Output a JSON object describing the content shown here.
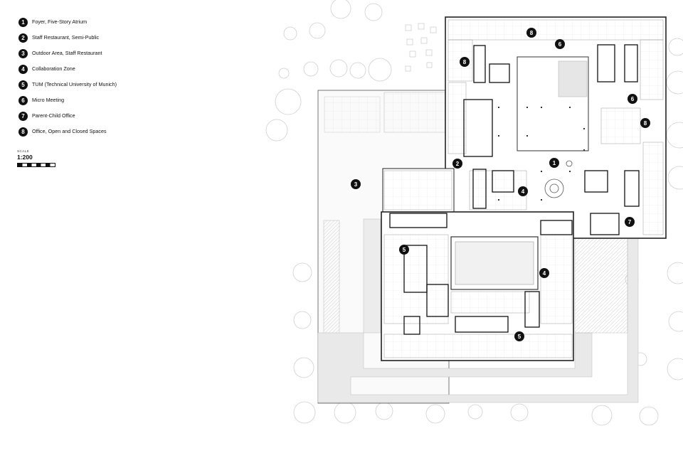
{
  "legend": [
    {
      "num": "1",
      "label": "Foyer, Five-Story Atrium"
    },
    {
      "num": "2",
      "label": "Staff Restaurant, Semi-Public"
    },
    {
      "num": "3",
      "label": "Outdoor Area, Staff Restaurant"
    },
    {
      "num": "4",
      "label": "Collaboration Zone"
    },
    {
      "num": "5",
      "label": "TUM (Technical University of Munich)"
    },
    {
      "num": "6",
      "label": "Micro Meeting"
    },
    {
      "num": "7",
      "label": "Parent-Child Office"
    },
    {
      "num": "8",
      "label": "Office, Open and Closed Spaces"
    }
  ],
  "scale": {
    "caption": "SCALE",
    "value": "1:200"
  },
  "markers": [
    "8",
    "6",
    "8",
    "6",
    "8",
    "2",
    "1",
    "3",
    "4",
    "5",
    "4",
    "7",
    "5"
  ]
}
